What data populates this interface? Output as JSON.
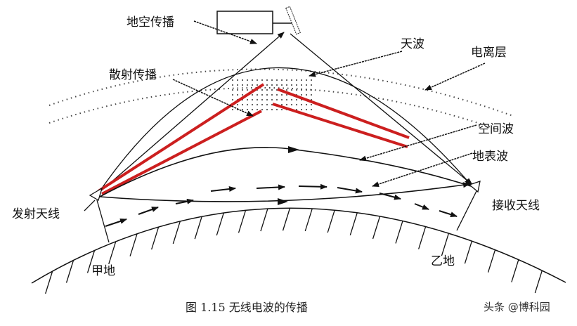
{
  "labels": {
    "ground_air": "地空传播",
    "scatter": "散射传播",
    "sky_wave": "天波",
    "ionosphere": "电离层",
    "space_wave": "空间波",
    "surface_wave": "地表波",
    "transmit_antenna": "发射天线",
    "receive_antenna": "接收天线",
    "place_a": "甲地",
    "place_b": "乙地"
  },
  "caption": "图 1.15  无线电波的传播",
  "watermark": "头条 @博科园",
  "colors": {
    "line": "#111111",
    "scatter_ray": "#cc1f1f"
  }
}
